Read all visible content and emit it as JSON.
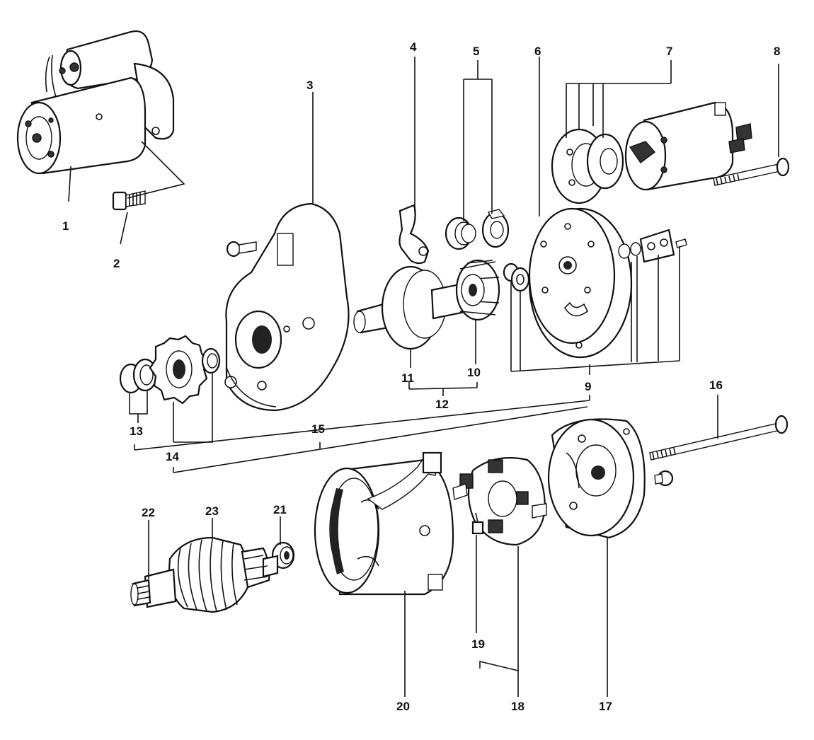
{
  "callouts": [
    "1",
    "2",
    "3",
    "4",
    "5",
    "6",
    "7",
    "8",
    "9",
    "10",
    "11",
    "12",
    "13",
    "14",
    "15",
    "16",
    "17",
    "18",
    "19",
    "20",
    "21",
    "22",
    "23"
  ],
  "colors": {
    "line": "#111111",
    "background": "#ffffff"
  }
}
